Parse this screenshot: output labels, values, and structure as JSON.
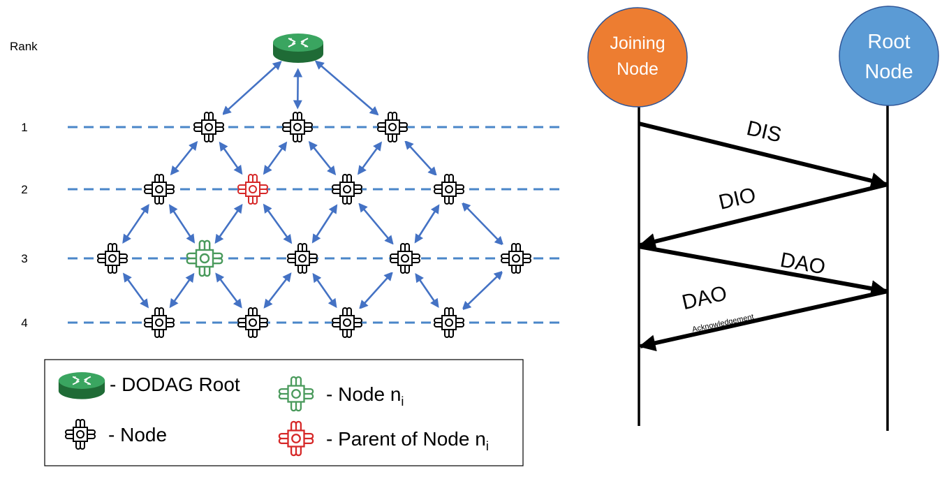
{
  "colors": {
    "node": "#000000",
    "node_highlight_green": "#4a9a5c",
    "node_highlight_red": "#d62828",
    "link": "#4472c4",
    "rank_line": "#4a86c8",
    "router": "#2e8b4a",
    "joining_node_fill": "#ed7d31",
    "root_node_fill": "#5b9bd5",
    "message_arrow": "#000000"
  },
  "topology": {
    "rank_title": "Rank",
    "ranks": [
      {
        "label": "1"
      },
      {
        "label": "2"
      },
      {
        "label": "3"
      },
      {
        "label": "4"
      }
    ],
    "root_icon": "router-icon",
    "node_icon": "chip-icon",
    "nodes": [
      {
        "id": "n1a",
        "rank": 1,
        "role": "node"
      },
      {
        "id": "n1b",
        "rank": 1,
        "role": "node"
      },
      {
        "id": "n1c",
        "rank": 1,
        "role": "node"
      },
      {
        "id": "n2a",
        "rank": 2,
        "role": "node"
      },
      {
        "id": "n2b",
        "rank": 2,
        "role": "parent"
      },
      {
        "id": "n2c",
        "rank": 2,
        "role": "node"
      },
      {
        "id": "n2d",
        "rank": 2,
        "role": "node"
      },
      {
        "id": "n3a",
        "rank": 3,
        "role": "node"
      },
      {
        "id": "n3b",
        "rank": 3,
        "role": "joining"
      },
      {
        "id": "n3c",
        "rank": 3,
        "role": "node"
      },
      {
        "id": "n3d",
        "rank": 3,
        "role": "node"
      },
      {
        "id": "n3e",
        "rank": 3,
        "role": "node"
      },
      {
        "id": "n4a",
        "rank": 4,
        "role": "node"
      },
      {
        "id": "n4b",
        "rank": 4,
        "role": "node"
      },
      {
        "id": "n4c",
        "rank": 4,
        "role": "node"
      },
      {
        "id": "n4d",
        "rank": 4,
        "role": "node"
      }
    ],
    "links": [
      [
        "root",
        "n1a"
      ],
      [
        "root",
        "n1b"
      ],
      [
        "root",
        "n1c"
      ],
      [
        "n1a",
        "n2a"
      ],
      [
        "n1a",
        "n2b"
      ],
      [
        "n1b",
        "n2b"
      ],
      [
        "n1b",
        "n2c"
      ],
      [
        "n1c",
        "n2c"
      ],
      [
        "n1c",
        "n2d"
      ],
      [
        "n2a",
        "n3a"
      ],
      [
        "n2a",
        "n3b"
      ],
      [
        "n2b",
        "n3b"
      ],
      [
        "n2b",
        "n3c"
      ],
      [
        "n2c",
        "n3c"
      ],
      [
        "n2c",
        "n3d"
      ],
      [
        "n2d",
        "n3d"
      ],
      [
        "n2d",
        "n3e"
      ],
      [
        "n3a",
        "n4a"
      ],
      [
        "n3b",
        "n4a"
      ],
      [
        "n3b",
        "n4b"
      ],
      [
        "n3c",
        "n4b"
      ],
      [
        "n3c",
        "n4c"
      ],
      [
        "n3d",
        "n4c"
      ],
      [
        "n3d",
        "n4d"
      ],
      [
        "n3e",
        "n4d"
      ]
    ]
  },
  "legend": {
    "root_label": "- DODAG Root",
    "node_label": "- Node",
    "joining_label_prefix": "-  Node n",
    "joining_label_sub": "i",
    "parent_label_prefix": "-  Parent of Node n",
    "parent_label_sub": "i"
  },
  "sequence": {
    "joining_node": {
      "line1": "Joining",
      "line2": "Node"
    },
    "root_node": {
      "line1": "Root",
      "line2": "Node"
    },
    "messages": [
      {
        "label": "DIS",
        "sublabel": "",
        "direction": "to-root"
      },
      {
        "label": "DIO",
        "sublabel": "",
        "direction": "to-joining"
      },
      {
        "label": "DAO",
        "sublabel": "",
        "direction": "to-root"
      },
      {
        "label": "DAO",
        "sublabel": "Acknowledgement",
        "direction": "to-joining"
      }
    ]
  }
}
